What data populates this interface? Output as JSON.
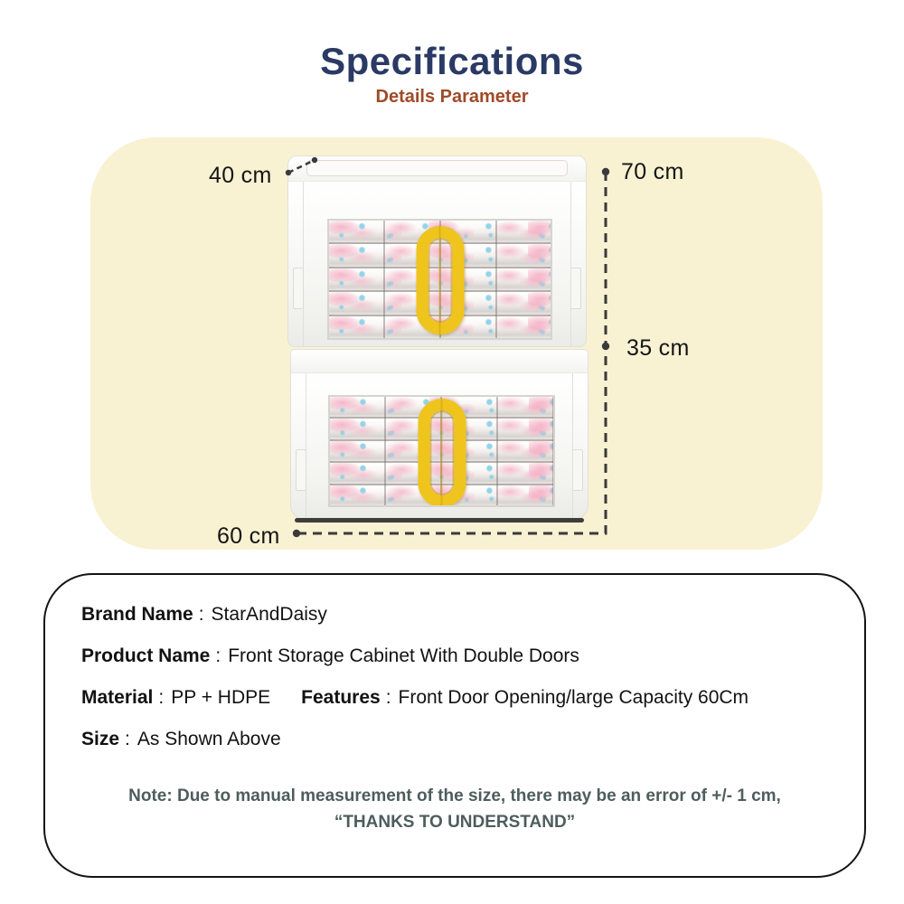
{
  "header": {
    "title": "Specifications",
    "subtitle": "Details Parameter"
  },
  "diagram": {
    "dimension_labels": {
      "depth": "40 cm",
      "total_height": "70 cm",
      "unit_height": "35 cm",
      "width": "60 cm"
    },
    "colors": {
      "panel_background": "#F8F2D3",
      "handle_yellow": "#EFC41D",
      "dimension_line": "#3A3A3A",
      "title": "#2A3A64",
      "subtitle": "#A04A28",
      "note_text": "#4D5D5C"
    },
    "product_units": 2
  },
  "spec_box": {
    "colon": ":",
    "rows": [
      {
        "label": "Brand Name",
        "value": "StarAndDaisy"
      },
      {
        "label": "Product Name",
        "value": "Front Storage Cabinet With Double Doors"
      },
      {
        "label": "Material",
        "value": "PP + HDPE",
        "label2": "Features",
        "value2": "Front Door Opening/large Capacity 60Cm"
      },
      {
        "label": "Size",
        "value": "As Shown Above"
      }
    ],
    "note": {
      "line1": "Note: Due to manual measurement of the size, there may be an error of +/- 1 cm,",
      "line2": "“THANKS TO UNDERSTAND”"
    }
  }
}
